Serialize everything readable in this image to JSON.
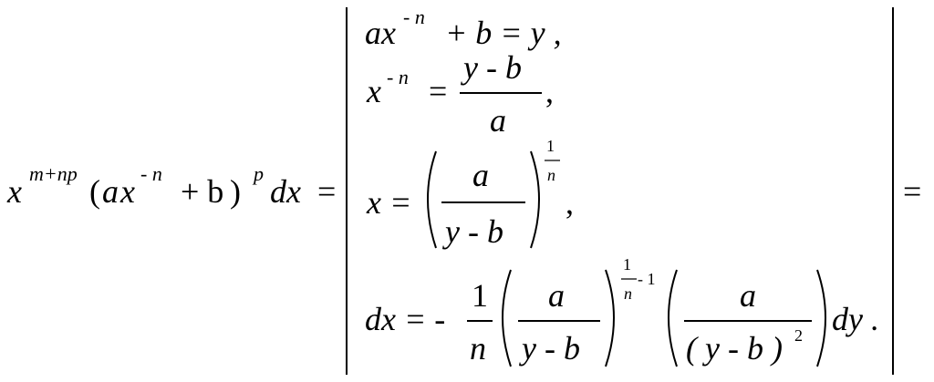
{
  "formula": {
    "lhs": {
      "x": "x",
      "exp": "m+np",
      "lparen": "(",
      "a": "a",
      "x2": "x",
      "exp2": "- n",
      "plus_b": "+ b",
      "rparen": ")",
      "p": "p",
      "dx": "dx",
      "eq": "="
    },
    "substitution": {
      "line1": {
        "ax": "ax",
        "exp": "- n",
        "rest": "+ b = y ,"
      },
      "line2": {
        "x": "x",
        "exp": "- n",
        "eq": "=",
        "num": "y - b",
        "den": "a",
        "comma": ","
      },
      "line3": {
        "lhs": "x =",
        "num": "a",
        "den": "y - b",
        "exp_num": "1",
        "exp_den": "n",
        "comma": ","
      },
      "line4": {
        "lhs": "dx = -",
        "c_num": "1",
        "c_den": "n",
        "f1_num": "a",
        "f1_den": "y - b",
        "exp_num": "1",
        "exp_den": "n",
        "exp_tail": "- 1",
        "f2_num": "a",
        "f2_den": "( y - b )",
        "f2_den_exp": "2",
        "tail": "dy ."
      }
    },
    "trailing_eq": "="
  }
}
